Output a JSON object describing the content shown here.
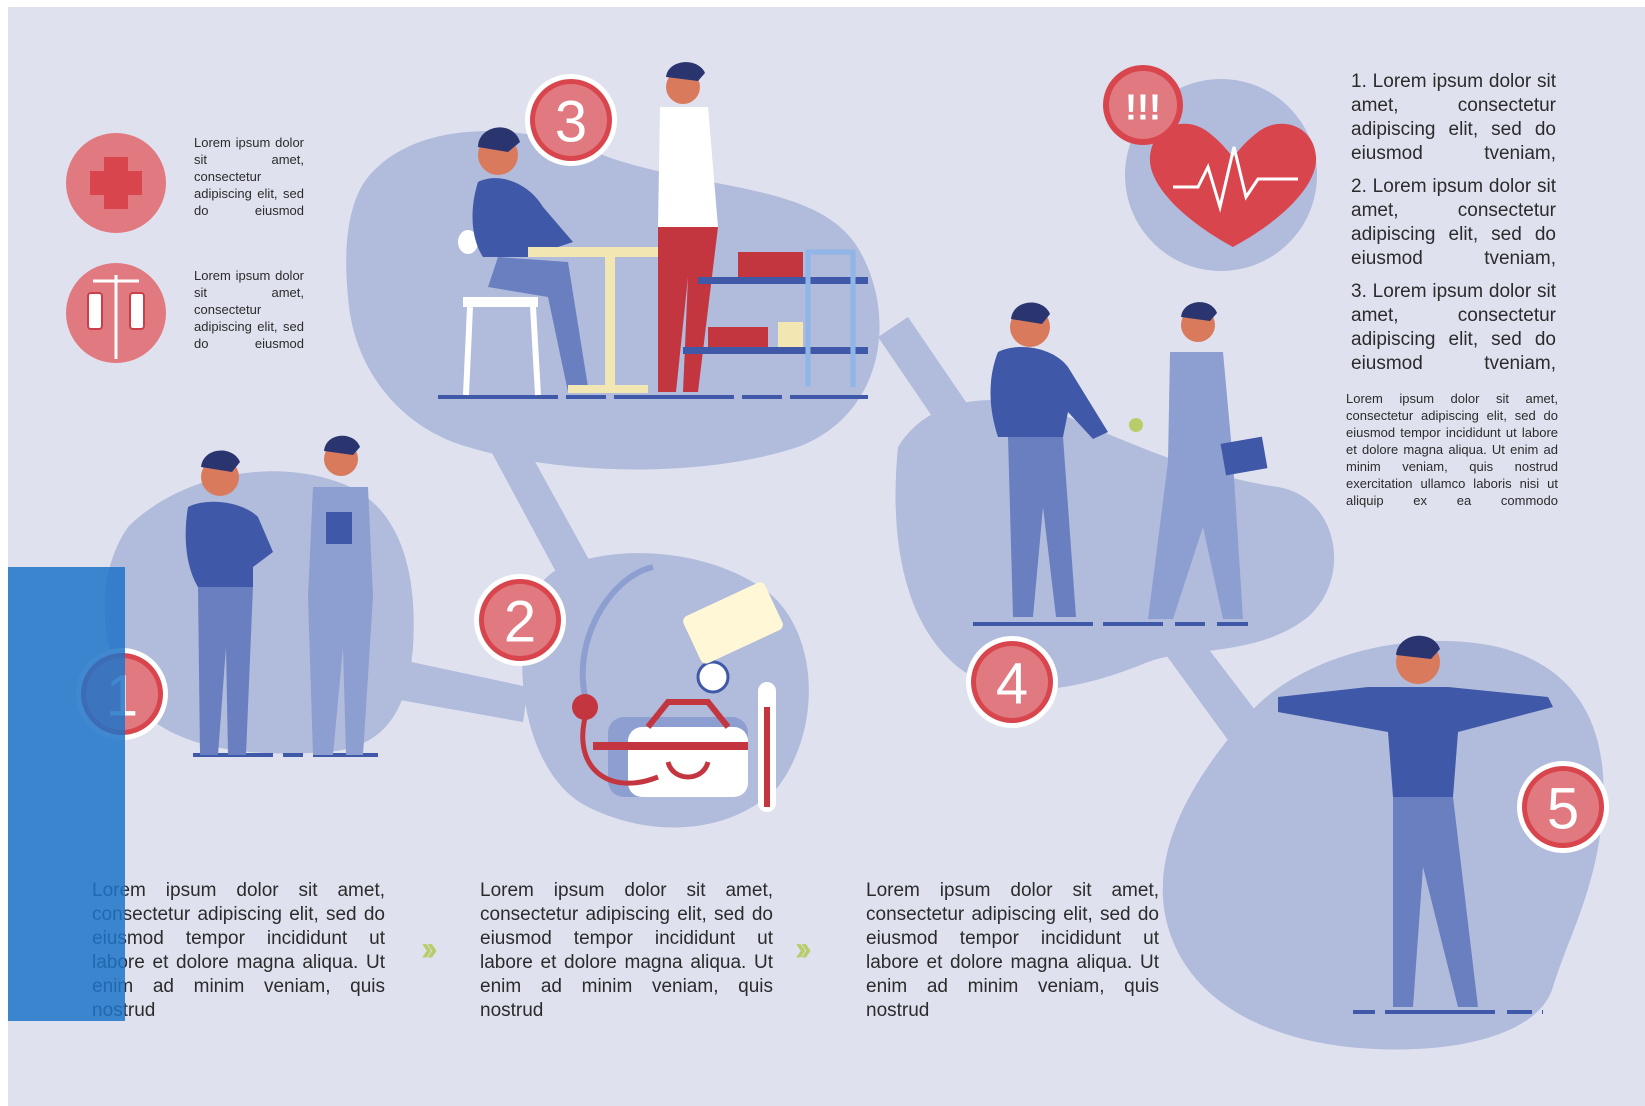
{
  "steps": [
    {
      "number": "1",
      "caption": "Lorem ipsum dolor sit amet, consectetur adipiscing elit, sed do eiusmod tempor incididunt ut labore et dolore magna aliqua. Ut enim ad minim veniam, quis nostrud"
    },
    {
      "number": "2",
      "caption": "Lorem ipsum dolor sit amet, consectetur adipiscing elit, sed do eiusmod tempor incididunt ut labore et dolore magna aliqua. Ut enim ad minim veniam, quis nostrud"
    },
    {
      "number": "3"
    },
    {
      "number": "4",
      "caption": "Lorem ipsum dolor sit amet, consectetur adipiscing elit, sed do eiusmod tempor incididunt ut labore et dolore magna aliqua. Ut enim ad minim veniam, quis nostrud"
    },
    {
      "number": "5"
    }
  ],
  "icon_notes": [
    {
      "icon": "red-cross-icon",
      "text": "Lorem ipsum dolor sit amet, consectetur adipiscing elit, sed do eiusmod"
    },
    {
      "icon": "iv-drip-icon",
      "text": "Lorem ipsum dolor sit amet, consectetur adipiscing elit, sed do eiusmod"
    }
  ],
  "alert_badge": "!!!",
  "numbered_list": [
    "1. Lorem ipsum dolor sit amet, consectetur adipiscing elit, sed do eiusmod tveniam,",
    "2. Lorem ipsum dolor sit amet, consectetur adipiscing elit, sed do eiusmod tveniam,",
    "3. Lorem ipsum dolor sit amet, consectetur adipiscing elit, sed do eiusmod tveniam,"
  ],
  "side_paragraph": "Lorem ipsum dolor sit amet, consectetur adipiscing elit, sed do eiusmod tempor incididunt ut labore et dolore magna aliqua. Ut enim ad minim veniam, quis nostrud exercitation ullamco laboris nisi ut aliquip ex ea commodo",
  "arrow_glyph": "››",
  "colors": {
    "background": "#dfe2ee",
    "blob": "#b1bbdc",
    "red": "#d9454d",
    "pink_circle": "#e07a80",
    "navy": "#3f58a7",
    "overlay_blue": "#1e73c8",
    "accent_green": "#b9cc6a"
  }
}
